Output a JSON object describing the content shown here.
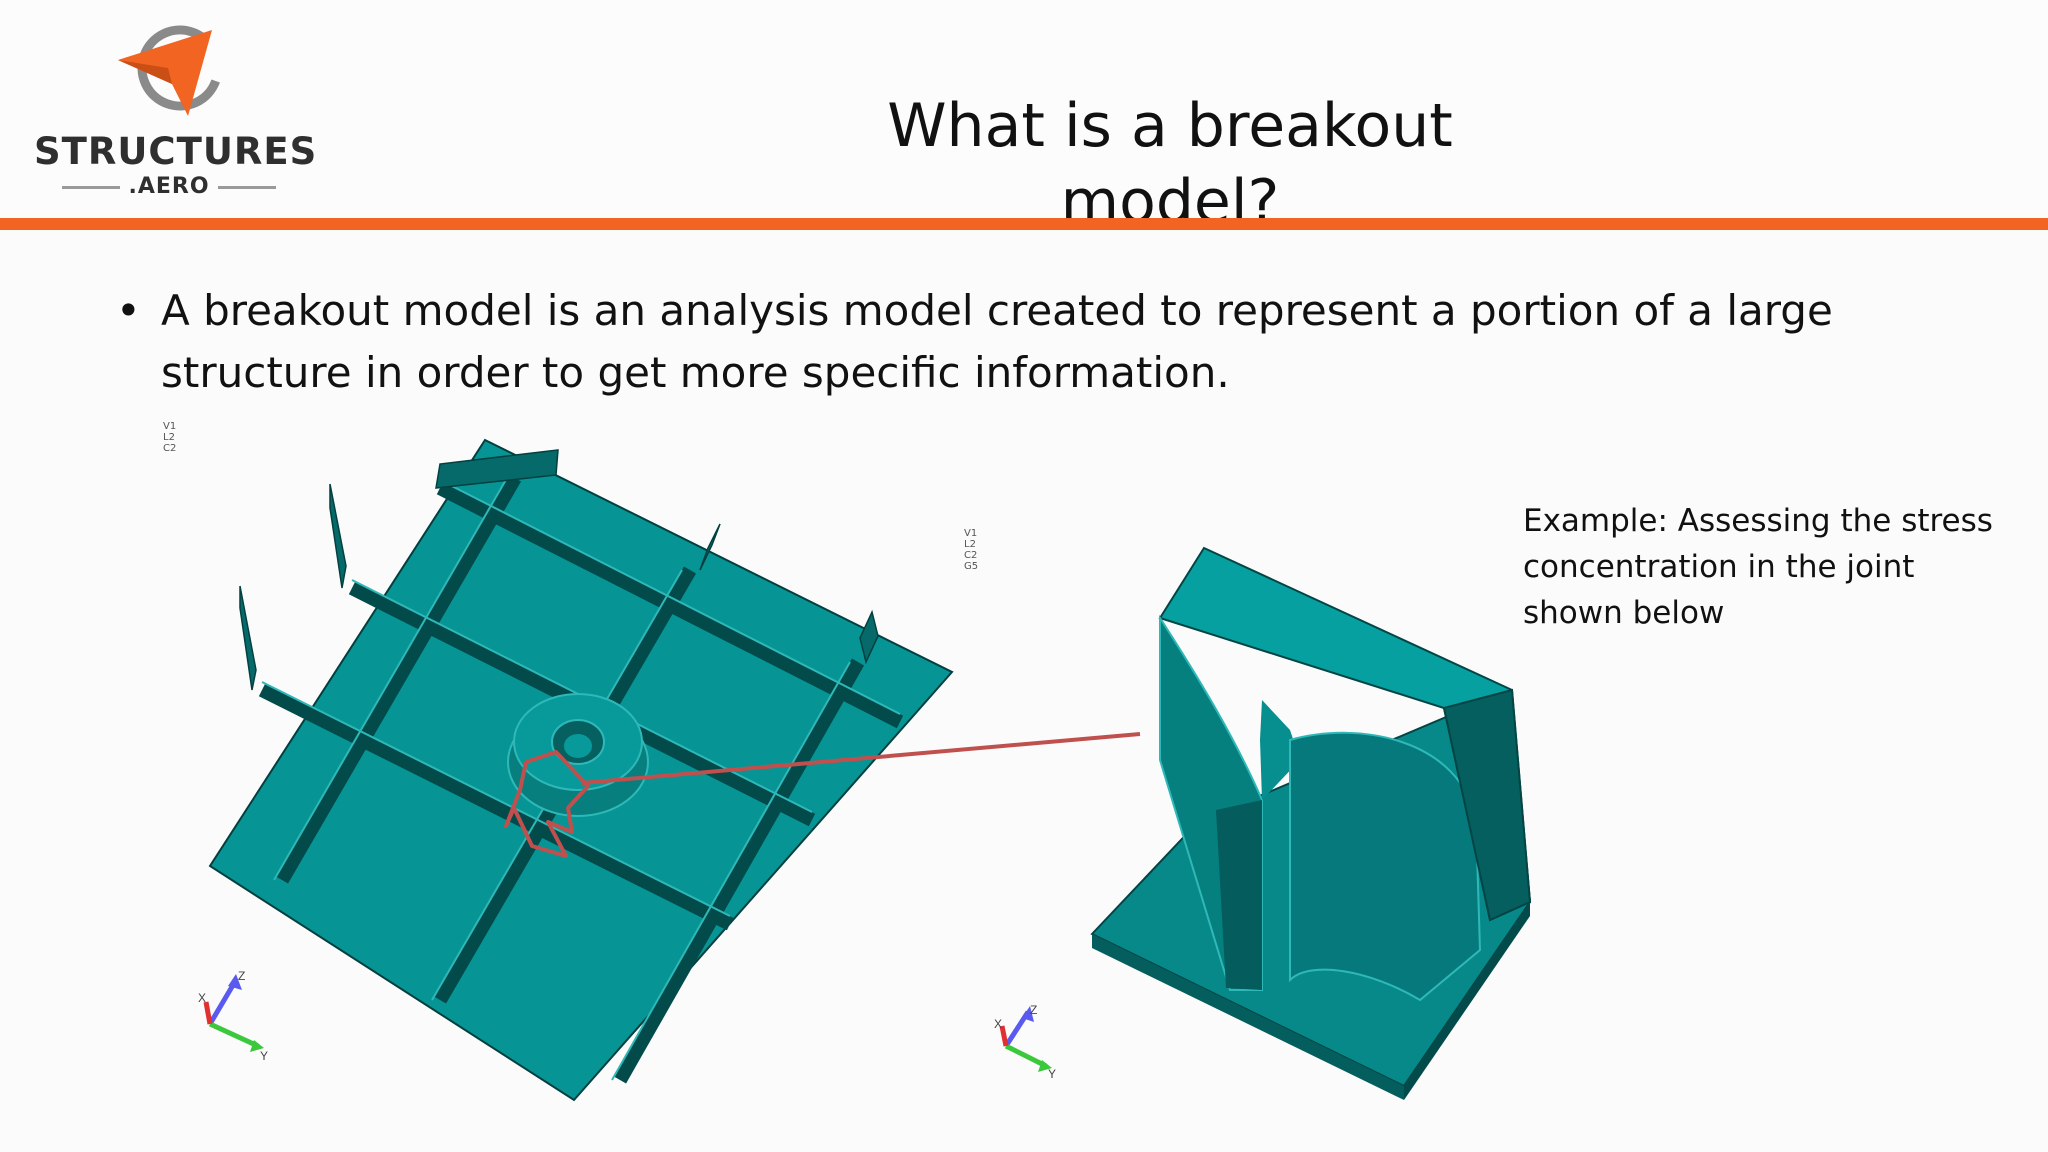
{
  "logo": {
    "name": "STRUCTURES",
    "suffix": ".AERO"
  },
  "slide": {
    "title": "What is a breakout model?",
    "bullet": "A breakout model is an analysis model created to represent a portion of a large structure in order to get more specific information.",
    "example_text": "Example: Assessing the stress concentration in the joint shown below"
  },
  "left_view": {
    "labels": [
      "V1",
      "L2",
      "C2"
    ],
    "triad": {
      "x": "X",
      "y": "Y",
      "z": "Z"
    }
  },
  "right_view": {
    "labels": [
      "V1",
      "L2",
      "C2",
      "G5"
    ],
    "triad": {
      "x": "X",
      "y": "Y",
      "z": "Z"
    }
  },
  "colors": {
    "accent": "#f26422",
    "model_teal": "#008b8b",
    "callout_red": "#c0504d",
    "triad_z": "#5a5af0",
    "triad_y": "#3cc83c",
    "triad_x": "#e03030"
  }
}
